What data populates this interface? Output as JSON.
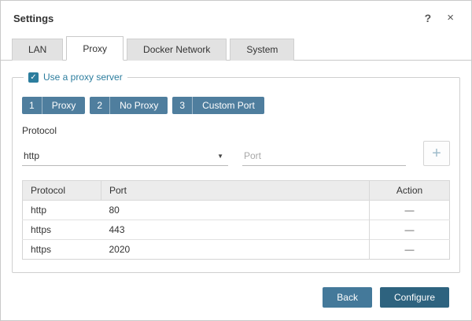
{
  "dialog": {
    "title": "Settings"
  },
  "icons": {
    "help": "?",
    "close": "×",
    "check": "✓",
    "dropdown": "▼",
    "add": "+"
  },
  "tabs": [
    {
      "label": "LAN"
    },
    {
      "label": "Proxy"
    },
    {
      "label": "Docker Network"
    },
    {
      "label": "System"
    }
  ],
  "proxy_group": {
    "checkbox_label": "Use a proxy server",
    "checkbox_checked": true,
    "segments": [
      {
        "number": "1",
        "label": "Proxy"
      },
      {
        "number": "2",
        "label": "No Proxy"
      },
      {
        "number": "3",
        "label": "Custom Port"
      }
    ],
    "protocol_label": "Protocol",
    "protocol_value": "http",
    "port_placeholder": "Port"
  },
  "table": {
    "headers": {
      "protocol": "Protocol",
      "port": "Port",
      "action": "Action"
    },
    "rows": [
      {
        "protocol": "http",
        "port": "80",
        "action": "—"
      },
      {
        "protocol": "https",
        "port": "443",
        "action": "—"
      },
      {
        "protocol": "https",
        "port": "2020",
        "action": "—"
      }
    ]
  },
  "footer": {
    "back_label": "Back",
    "configure_label": "Configure"
  },
  "colors": {
    "accent": "#2c7d9e",
    "segment_bg": "#4f7e9e",
    "back_bg": "#44799a",
    "configure_bg": "#2e637f"
  }
}
